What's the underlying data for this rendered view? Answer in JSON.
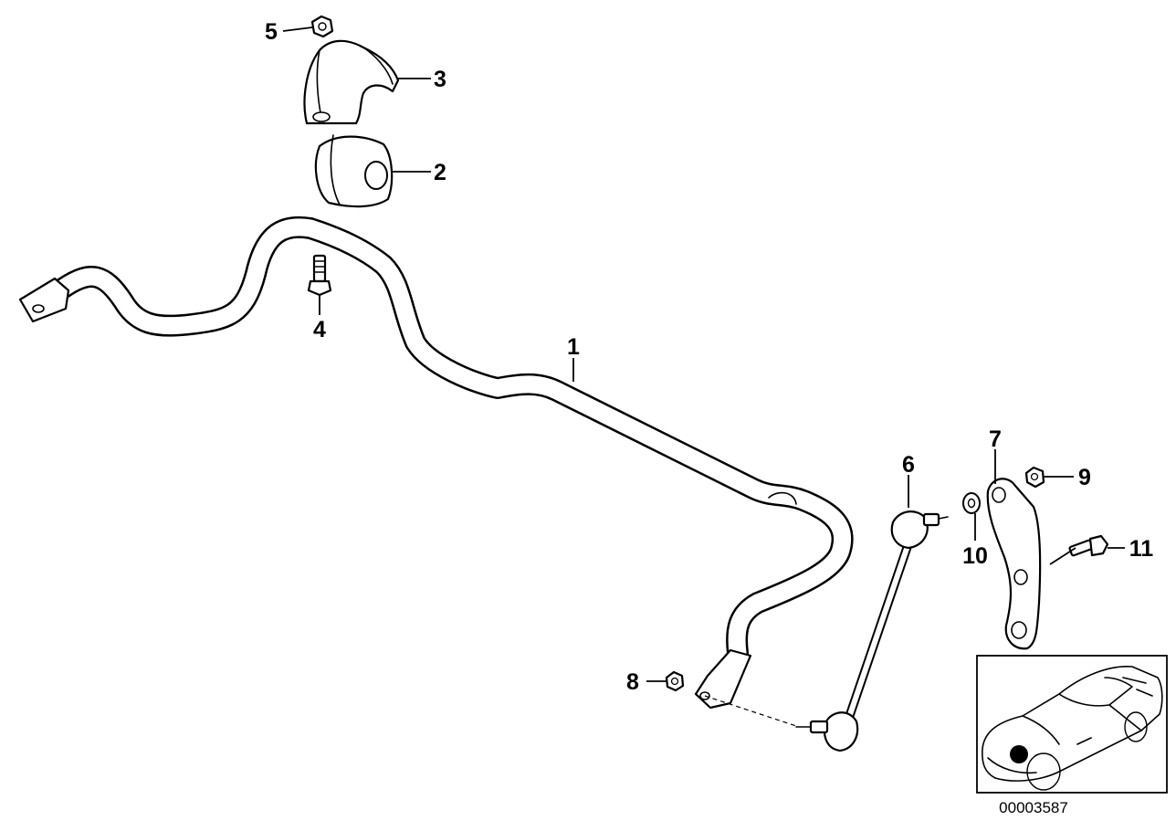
{
  "callouts": {
    "c1": "1",
    "c2": "2",
    "c3": "3",
    "c4": "4",
    "c5": "5",
    "c6": "6",
    "c7": "7",
    "c8": "8",
    "c9": "9",
    "c10": "10",
    "c11": "11"
  },
  "reference_number": "00003587",
  "inset": {
    "marker": "location-dot"
  },
  "colors": {
    "line": "#000000",
    "background": "#ffffff"
  }
}
